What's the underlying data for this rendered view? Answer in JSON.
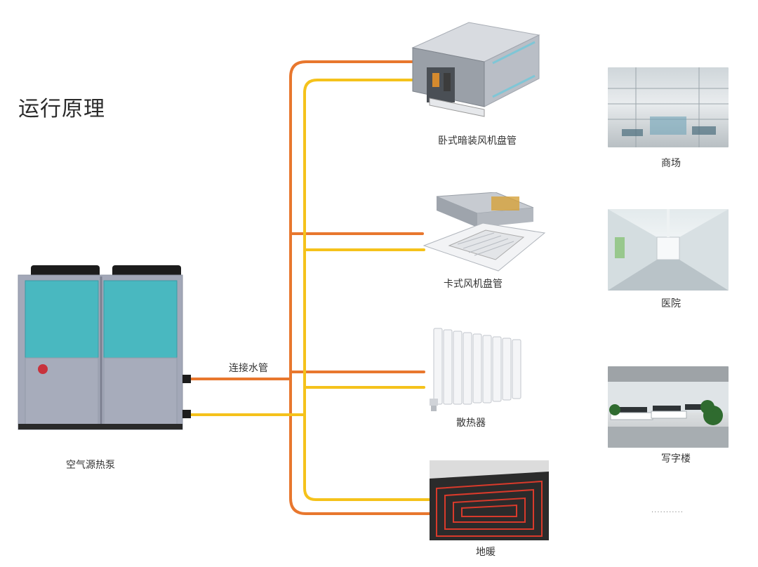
{
  "title": "运行原理",
  "heat_pump": {
    "label": "空气源热泵"
  },
  "pipe_label": "连接水管",
  "terminals": [
    {
      "label": "卧式暗装风机盘管"
    },
    {
      "label": "卡式风机盘管"
    },
    {
      "label": "散热器"
    },
    {
      "label": "地暖"
    }
  ],
  "applications": [
    {
      "label": "商场"
    },
    {
      "label": "医院"
    },
    {
      "label": "写字楼"
    }
  ],
  "more_indicator": "...........",
  "colors": {
    "supply_pipe": "#e8772e",
    "return_pipe": "#f5c21b",
    "pump_panel": "#49b8c0",
    "pump_body": "#a3a8b8"
  }
}
